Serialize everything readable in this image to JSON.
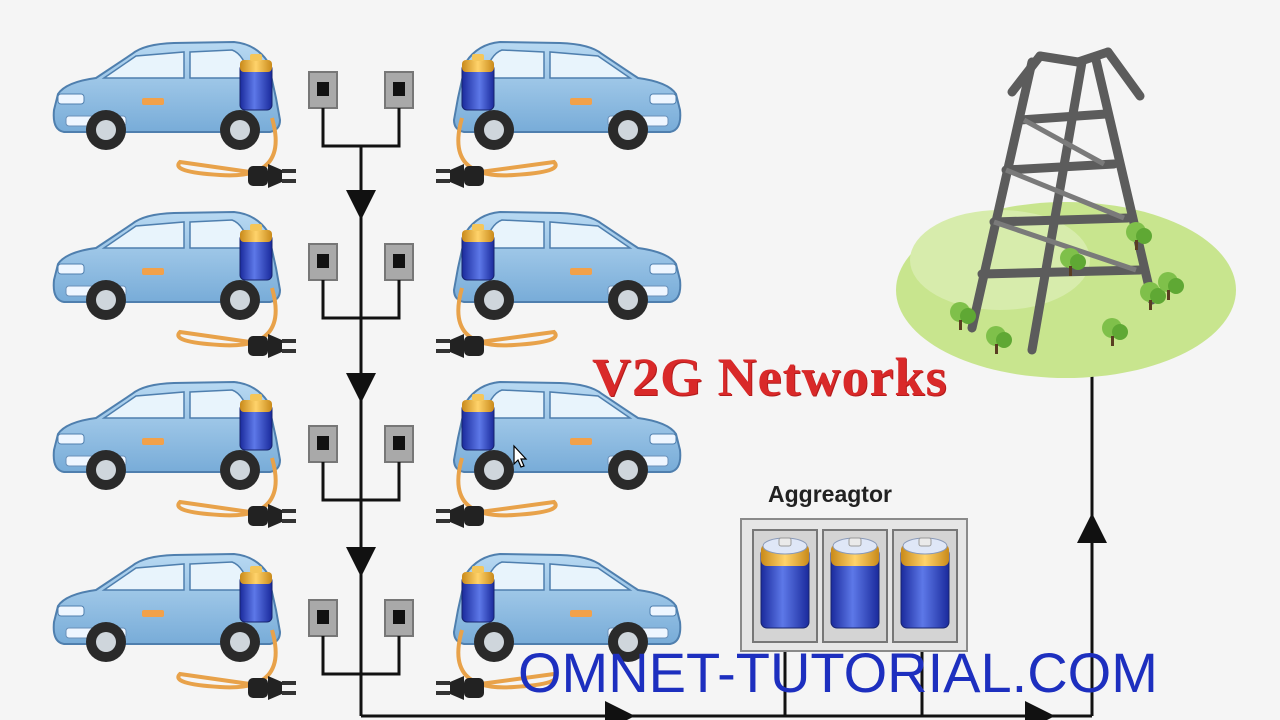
{
  "diagram": {
    "title": "V2G Networks",
    "aggregator_label": "Aggreagtor",
    "watermark": "OMNET-TUTORIAL.COM",
    "colors": {
      "title": "#d92929",
      "watermark": "#1d2fbf",
      "car_body": "#8fc0e4",
      "cable": "#e8a24a",
      "wire": "#111111",
      "battery": "#2b3fc4",
      "battery_cap": "#f2b53a",
      "grass": "#c8e58e",
      "tower": "#5c5c5c"
    },
    "icons": [
      "electric-car-icon",
      "charging-socket-icon",
      "power-plug-icon",
      "battery-icon",
      "transmission-tower-icon",
      "tree-icon",
      "mouse-cursor-icon"
    ]
  }
}
